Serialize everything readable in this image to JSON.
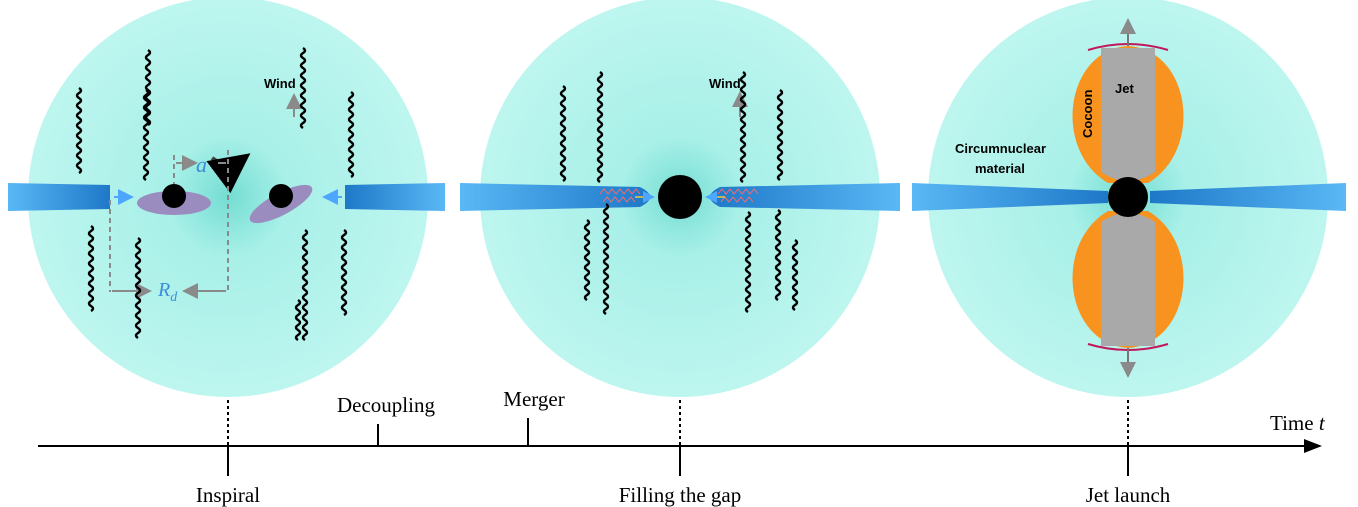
{
  "panels": {
    "inspiral": {
      "label_a": "a",
      "label_rd": "R",
      "label_rd_sub": "d",
      "wind": "Wind"
    },
    "filling": {
      "wind": "Wind"
    },
    "jet": {
      "circumnuclear_line1": "Circumnuclear",
      "circumnuclear_line2": "material",
      "cocoon": "Cocoon",
      "jet": "Jet"
    }
  },
  "timeline": {
    "axis_label": "Time",
    "axis_var": "t",
    "stages": [
      "Inspiral",
      "Filling the gap",
      "Jet launch"
    ],
    "events": [
      "Decoupling",
      "Merger"
    ]
  },
  "colors": {
    "sphere": "#b8f5ee",
    "sphere_core": "#7ee0d6",
    "disk": "#2e8fd8",
    "minidisk": "#9b8cc0",
    "cocoon": "#f7931e",
    "jet": "#a9a9a9",
    "arrow_blue": "#4da6ff"
  }
}
